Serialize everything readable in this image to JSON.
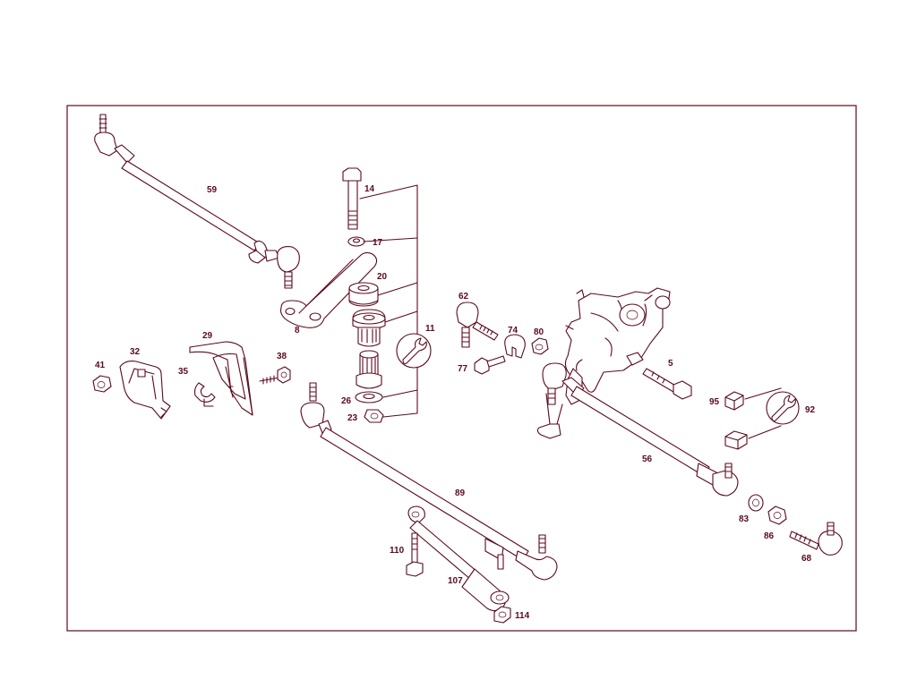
{
  "diagram": {
    "border_color": "#5a0a1c",
    "line_color": "#5a0a1c",
    "labels": {
      "p59": "59",
      "p14": "14",
      "p17": "17",
      "p20": "20",
      "p8": "8",
      "p11": "11",
      "p26": "26",
      "p23": "23",
      "p29": "29",
      "p32": "32",
      "p41": "41",
      "p35": "35",
      "p38": "38",
      "p62": "62",
      "p74": "74",
      "p80": "80",
      "p77": "77",
      "p5": "5",
      "p95": "95",
      "p92": "92",
      "p56": "56",
      "p83": "83",
      "p86": "86",
      "p68": "68",
      "p89": "89",
      "p110": "110",
      "p107": "107",
      "p114": "114"
    },
    "icons": [
      "wrench-icon",
      "wrench-icon"
    ]
  }
}
